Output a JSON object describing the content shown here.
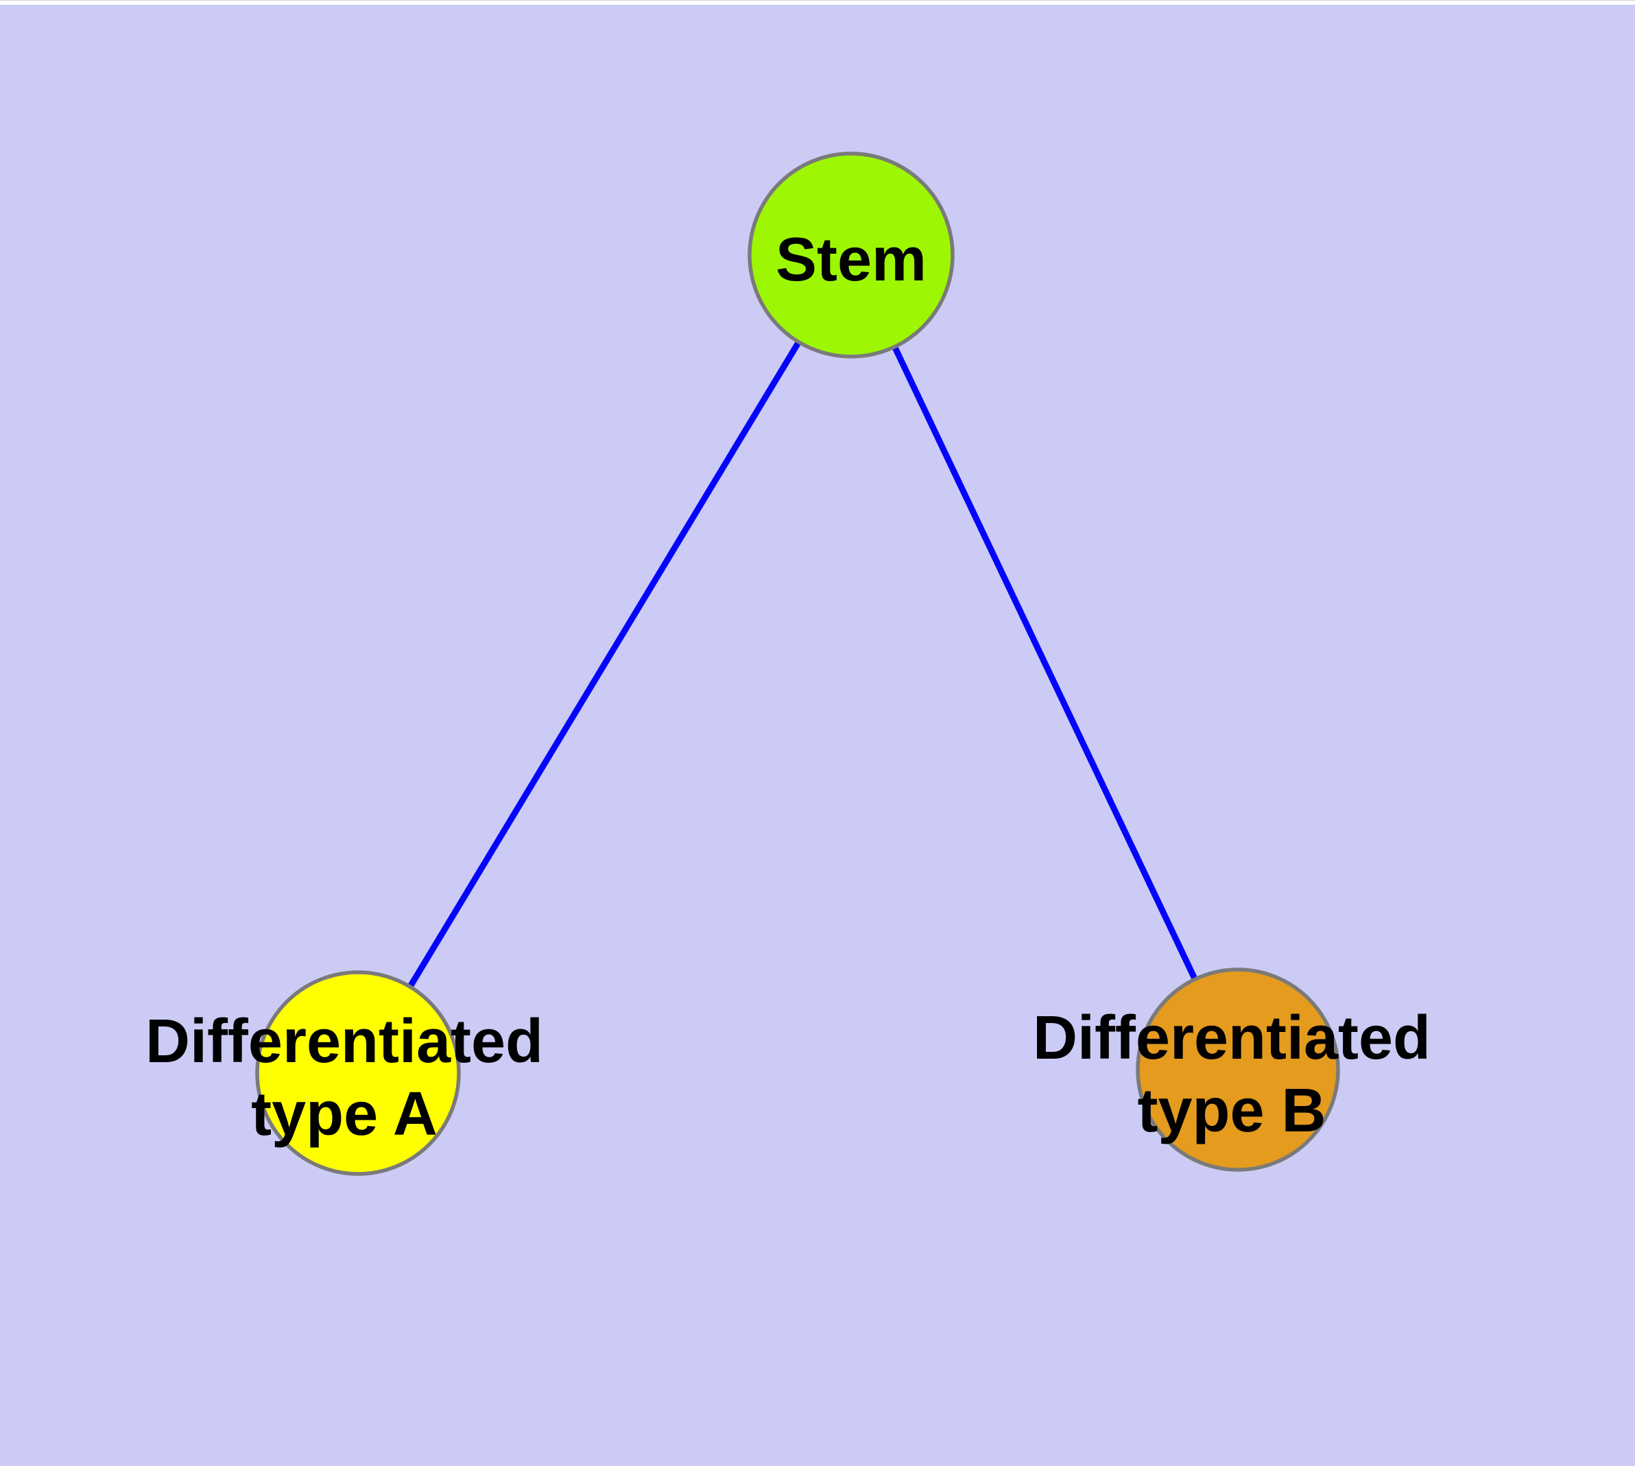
{
  "diagram": {
    "type": "node-link-graph",
    "background_color": "#CBCBF5",
    "top_margin_color": "#FFFFFF",
    "top_hairline_color": "#DEDEDE",
    "edge_color": "#0404FC",
    "node_border_color": "#7A7A7A",
    "label_color": "#000000",
    "nodes": [
      {
        "id": "stem",
        "label": "Stem",
        "label_lines": [
          "Stem"
        ],
        "color": "#9EF702",
        "position": "top-center"
      },
      {
        "id": "differentiated-type-a",
        "label": "Differentiated type A",
        "label_lines": [
          "Differentiated",
          "type A"
        ],
        "color": "#FFFF00",
        "position": "bottom-left"
      },
      {
        "id": "differentiated-type-b",
        "label": "Differentiated type B",
        "label_lines": [
          "Differentiated",
          "type B"
        ],
        "color": "#E49B1E",
        "position": "bottom-right"
      }
    ],
    "edges": [
      {
        "from": "stem",
        "to": "differentiated-type-a"
      },
      {
        "from": "stem",
        "to": "differentiated-type-b"
      }
    ]
  }
}
